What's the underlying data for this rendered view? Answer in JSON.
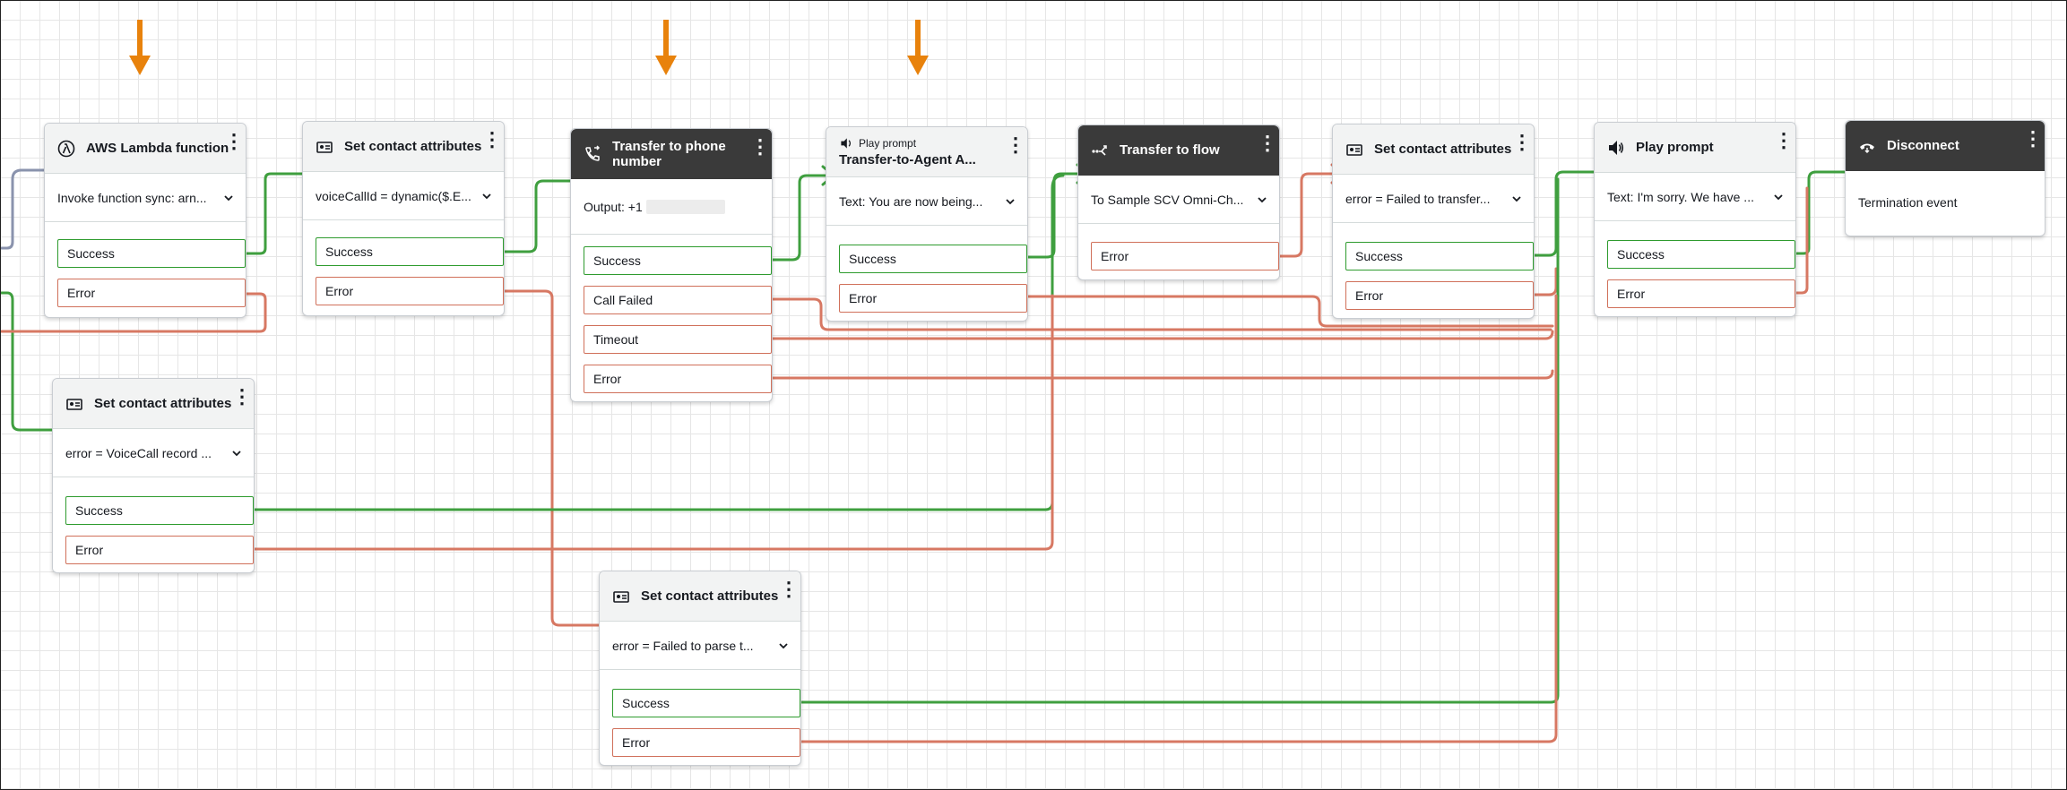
{
  "blocks": {
    "lambda": {
      "title": "AWS Lambda function",
      "dropdown": "Invoke function sync: arn...",
      "success": "Success",
      "error": "Error"
    },
    "sca1": {
      "title": "Set contact attributes",
      "dropdown": "voiceCallId = dynamic($.E...",
      "success": "Success",
      "error": "Error"
    },
    "sca2": {
      "title": "Set contact attributes",
      "dropdown": "error = VoiceCall record ...",
      "success": "Success",
      "error": "Error"
    },
    "transfer_phone": {
      "title": "Transfer to phone number",
      "output": "Output: +1",
      "success": "Success",
      "call_failed": "Call Failed",
      "timeout": "Timeout",
      "error": "Error"
    },
    "play1": {
      "subtitle": "Play prompt",
      "title": "Transfer-to-Agent A...",
      "dropdown": "Text: You are now being...",
      "success": "Success",
      "error": "Error"
    },
    "transfer_flow": {
      "title": "Transfer to flow",
      "dropdown": "To Sample SCV Omni-Ch...",
      "error": "Error"
    },
    "sca3": {
      "title": "Set contact attributes",
      "dropdown": "error = Failed to transfer...",
      "success": "Success",
      "error": "Error"
    },
    "play2": {
      "title": "Play prompt",
      "dropdown": "Text: I'm sorry. We have ...",
      "success": "Success",
      "error": "Error"
    },
    "disconnect": {
      "title": "Disconnect",
      "body": "Termination event"
    },
    "sca4": {
      "title": "Set contact attributes",
      "dropdown": "error = Failed to parse t...",
      "success": "Success",
      "error": "Error"
    }
  },
  "colors": {
    "success": "#3f9f3f",
    "error": "#d77863",
    "incoming": "#8a93ad",
    "annotation_arrow": "#e8820c"
  },
  "icons": {
    "lambda": "lambda-icon",
    "set_attributes": "contact-card-icon",
    "phone": "phone-transfer-icon",
    "speaker": "speaker-icon",
    "flow": "flow-branch-icon",
    "disconnect": "hang-up-icon",
    "menu": "kebab-menu-icon"
  }
}
